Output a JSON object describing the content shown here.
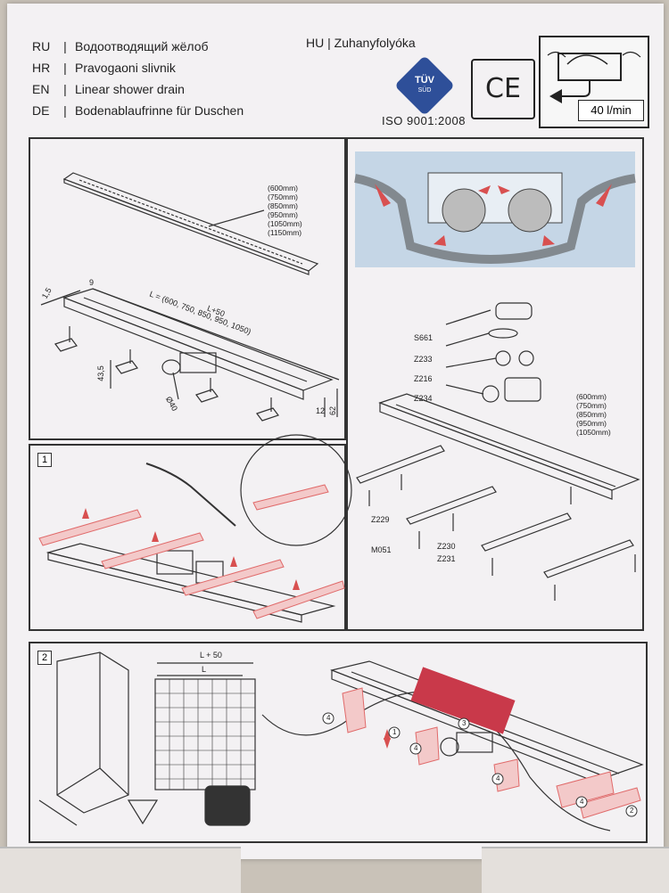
{
  "languages": [
    {
      "code": "RU",
      "text": "Водоотводящий жёлоб"
    },
    {
      "code": "HR",
      "text": "Pravogaoni slivnik"
    },
    {
      "code": "EN",
      "text": "Linear shower drain"
    },
    {
      "code": "DE",
      "text": "Bodenablaufrinne für Duschen"
    }
  ],
  "hu": "HU | Zuhanyfolyóka",
  "tuv": {
    "main": "TÜV",
    "sub": "SÜD"
  },
  "ce_mark": "CE",
  "iso": "ISO 9001:2008",
  "flow": "40 l/min",
  "panel_a": {
    "sizes": [
      "(600mm)",
      "(750mm)",
      "(850mm)",
      "(950mm)",
      "(1050mm)",
      "(1150mm)"
    ],
    "dims": {
      "left": "1,5",
      "top": "9",
      "length_plus": "L+50",
      "length": "L = (600, 750, 850, 950, 1050)",
      "height": "43,5",
      "dia": "Ø40",
      "h12": "12",
      "h62": "62"
    }
  },
  "panel_b": {
    "parts": [
      "S661",
      "Z233",
      "Z216",
      "Z234"
    ],
    "sizes": [
      "(600mm)",
      "(750mm)",
      "(850mm)",
      "(950mm)",
      "(1050mm)"
    ],
    "bottom_parts": [
      "Z229",
      "M051",
      "Z230",
      "Z231"
    ]
  },
  "step1": {
    "num": "1"
  },
  "step2": {
    "num": "2",
    "dim_outer": "L + 50",
    "dim_inner": "L",
    "markers": [
      "1",
      "2",
      "3",
      "4",
      "4",
      "4",
      "4"
    ]
  },
  "colors": {
    "accent_red": "#e06a6a",
    "blue_panel": "#c5d6e6",
    "tuv_blue": "#2e4f99"
  }
}
